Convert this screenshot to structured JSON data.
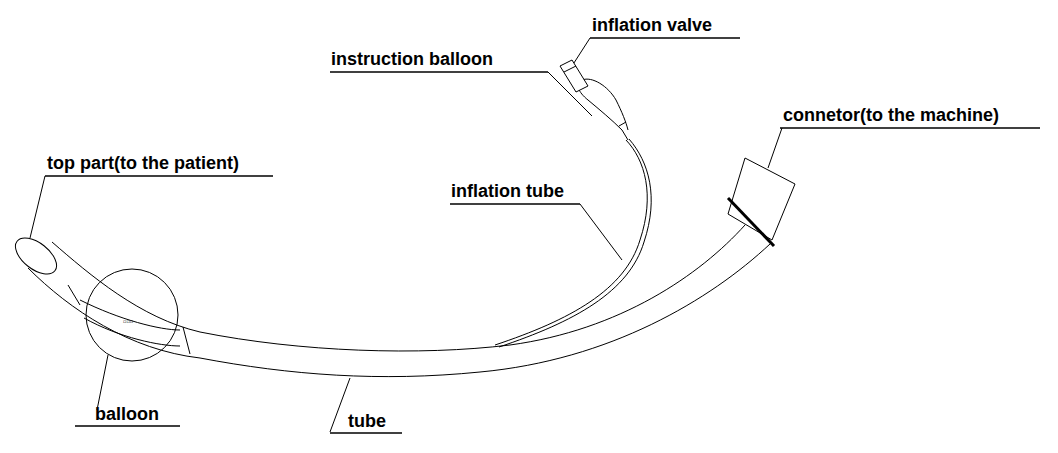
{
  "diagram": {
    "labels": [
      "inflation valve",
      "instruction balloon",
      "connetor(to the machine)",
      "top part(to the patient)",
      "inflation tube",
      "balloon",
      "tube"
    ]
  }
}
